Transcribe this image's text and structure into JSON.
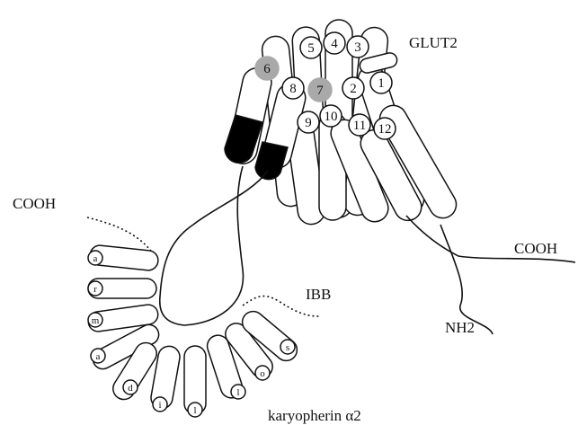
{
  "labels": {
    "glut2": "GLUT2",
    "cooh_left": "COOH",
    "cooh_right": "COOH",
    "ibb": "IBB",
    "nh2": "NH2",
    "karyopherin": "karyopherin α2"
  },
  "glut2_helices": [
    "1",
    "2",
    "3",
    "4",
    "5",
    "6",
    "7",
    "8",
    "9",
    "10",
    "11",
    "12"
  ],
  "karyopherin_repeats": [
    "a",
    "r",
    "m",
    "a",
    "d",
    "i",
    "l",
    "l",
    "o",
    "s"
  ],
  "highlight_colors": {
    "gray_helix": "#a9a9a9",
    "black_helix": "#000000"
  }
}
